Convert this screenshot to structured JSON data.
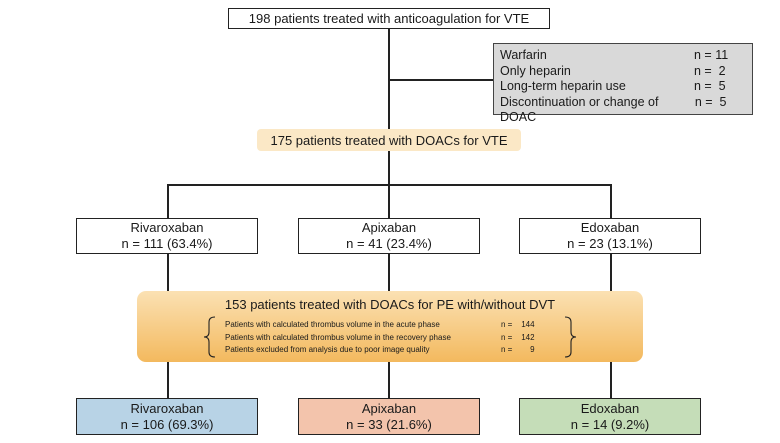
{
  "top": {
    "label": "198 patients treated with anticoagulation for VTE"
  },
  "exclusions": {
    "items": [
      {
        "label": "Warfarin",
        "n": "n = 11"
      },
      {
        "label": "Only heparin",
        "n": "n =  2"
      },
      {
        "label": "Long-term heparin use",
        "n": "n =  5"
      },
      {
        "label": "Discontinuation or change of DOAC",
        "n": "n =  5"
      }
    ]
  },
  "doac": {
    "label": "175 patients treated with DOACs for VTE"
  },
  "arms": [
    {
      "name": "Rivaroxaban",
      "n": "n = 111 (63.4%)"
    },
    {
      "name": "Apixaban",
      "n": "n = 41 (23.4%)"
    },
    {
      "name": "Edoxaban",
      "n": "n = 23 (13.1%)"
    }
  ],
  "pe": {
    "title": "153 patients treated with DOACs for PE with/without DVT",
    "rows": [
      {
        "label": "Patients with calculated thrombus volume in the acute phase",
        "n": "n =    144"
      },
      {
        "label": "Patients with calculated thrombus volume in the recovery phase",
        "n": "n =    142"
      },
      {
        "label": "Patients excluded from analysis due to poor image quality",
        "n": "n =        9"
      }
    ]
  },
  "final": [
    {
      "name": "Rivaroxaban",
      "n": "n = 106 (69.3%)",
      "color": "#b8d3e6"
    },
    {
      "name": "Apixaban",
      "n": "n = 33 (21.6%)",
      "color": "#f3c4ac"
    },
    {
      "name": "Edoxaban",
      "n": "n = 14 (9.2%)",
      "color": "#c5ddb8"
    }
  ]
}
